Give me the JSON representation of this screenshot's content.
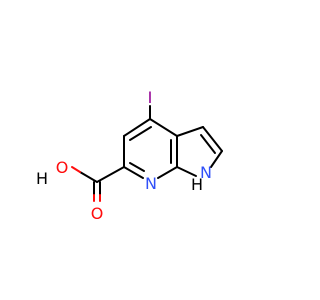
{
  "molecule": {
    "atom_labels": {
      "iodine": "I",
      "hydroxyl_h": "H",
      "hydroxyl_o": "O",
      "carbonyl_o": "O",
      "pyridine_n": "N",
      "pyrrole_n": "N",
      "pyrrole_h": "H"
    },
    "colors": {
      "bond": "#000000",
      "oxygen": "#ff0d0d",
      "nitrogen": "#3050f8",
      "iodine": "#940094",
      "hydrogen": "#000000"
    }
  }
}
